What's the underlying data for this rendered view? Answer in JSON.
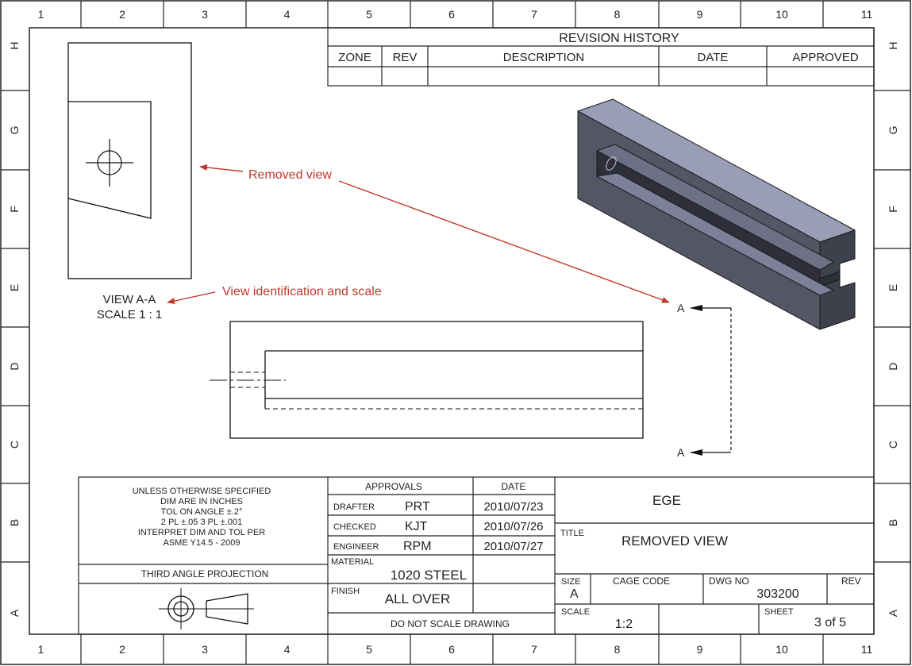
{
  "border": {
    "col_labels": [
      "1",
      "2",
      "3",
      "4",
      "5",
      "6",
      "7",
      "8",
      "9",
      "10",
      "11"
    ],
    "row_labels": [
      "H",
      "G",
      "F",
      "E",
      "D",
      "C",
      "B",
      "A"
    ]
  },
  "revision_history": {
    "title": "REVISION HISTORY",
    "headers": [
      "ZONE",
      "REV",
      "DESCRIPTION",
      "DATE",
      "APPROVED"
    ]
  },
  "annotations": {
    "removed_view": "Removed view",
    "view_id": "View identification and scale",
    "colors": {
      "annotation": "#c0392b",
      "part_dark": "#4a4c5a",
      "part_light": "#8c8fa8"
    }
  },
  "view": {
    "label": "VIEW A-A",
    "scale": "SCALE 1 : 1",
    "section_letter_top": "A",
    "section_letter_bottom": "A"
  },
  "title_block": {
    "tolerance_notes": [
      "UNLESS OTHERWISE SPECIFIED",
      "DIM ARE IN INCHES",
      "TOL ON ANGLE ±.2°",
      "2 PL ±.05  3 PL ±.001",
      "INTERPRET DIM AND TOL PER",
      "ASME Y14.5 - 2009"
    ],
    "projection": "THIRD ANGLE PROJECTION",
    "approvals_header": "APPROVALS",
    "date_header": "DATE",
    "drafter_label": "DRAFTER",
    "drafter": "PRT",
    "drafter_date": "2010/07/23",
    "checked_label": "CHECKED",
    "checked": "KJT",
    "checked_date": "2010/07/26",
    "engineer_label": "ENGINEER",
    "engineer": "RPM",
    "engineer_date": "2010/07/27",
    "material_label": "MATERIAL",
    "material": "1020 STEEL",
    "finish_label": "FINISH",
    "finish": "ALL OVER",
    "do_not_scale": "DO NOT SCALE DRAWING",
    "company": "EGE",
    "title_label": "TITLE",
    "title": "REMOVED VIEW",
    "size_label": "SIZE",
    "size": "A",
    "cage_code_label": "CAGE CODE",
    "dwg_no_label": "DWG NO",
    "dwg_no": "303200",
    "rev_label": "REV",
    "scale_label": "SCALE",
    "scale": "1:2",
    "sheet_label": "SHEET",
    "sheet": "3 of 5"
  }
}
